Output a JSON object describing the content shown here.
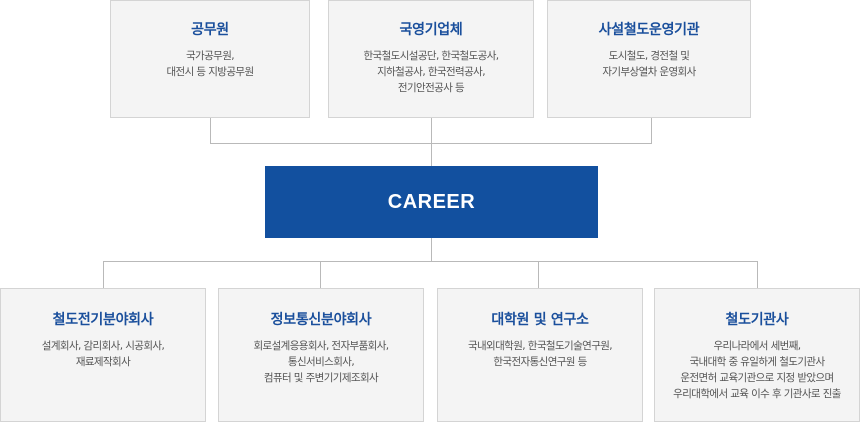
{
  "center": {
    "label": "CAREER"
  },
  "top": [
    {
      "title": "공무원",
      "desc": "국가공무원,\n대전시 등 지방공무원"
    },
    {
      "title": "국영기업체",
      "desc": "한국철도시설공단, 한국철도공사,\n지하철공사, 한국전력공사,\n전기안전공사 등"
    },
    {
      "title": "사설철도운영기관",
      "desc": "도시철도, 경전철 및\n자기부상열차 운영회사"
    }
  ],
  "bottom": [
    {
      "title": "철도전기분야회사",
      "desc": "설계회사, 감리회사, 시공회사,\n재료제작회사"
    },
    {
      "title": "정보통신분야회사",
      "desc": "회로설계응용회사, 전자부품회사,\n통신서비스회사,\n컴퓨터 및 주변기기제조회사"
    },
    {
      "title": "대학원 및 연구소",
      "desc": "국내외대학원, 한국철도기술연구원,\n한국전자통신연구원 등"
    },
    {
      "title": "철도기관사",
      "desc": "우리나라에서 세번째,\n국내대학 중 유일하게 철도기관사\n운전면허 교육기관으로 지정 받았으며\n우리대학에서 교육 이수 후 기관사로 진출"
    }
  ]
}
